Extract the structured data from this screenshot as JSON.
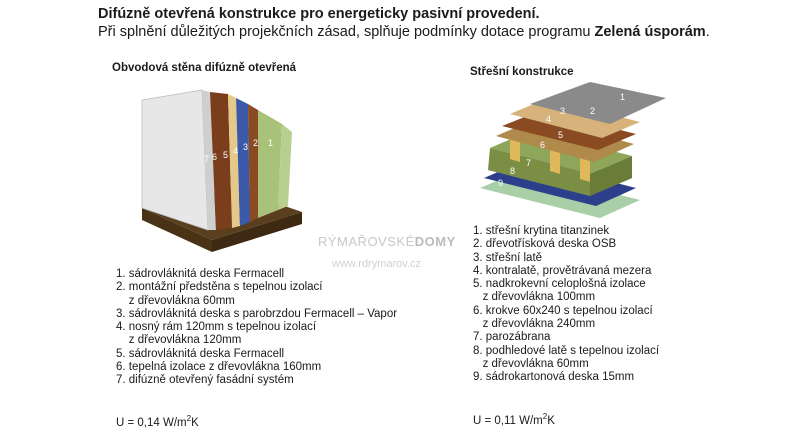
{
  "header": {
    "title": "Difúzně otevřená konstrukce pro energeticky pasivní provedení.",
    "subtitle_prefix": "Při splnění důležitých projekčních zásad, splňuje podmínky dotace programu",
    "subtitle_program": "Zelená úsporám",
    "subtitle_suffix": "."
  },
  "wall": {
    "title": "Obvodová stěna difúzně otevřená",
    "layer_numbers": [
      "7",
      "6",
      "5",
      "4",
      "3",
      "2",
      "1"
    ],
    "items": [
      "1. sádrovláknitá deska Fermacell",
      "2. montážní předstěna s tepelnou izolací",
      "    z dřevovlákna 60mm",
      "3. sádrovláknitá deska s parobrzdou Fermacell – Vapor",
      "4. nosný rám 120mm s tepelnou izolací",
      "    z dřevovlákna 120mm",
      "5. sádrovláknitá deska Fermacell",
      "6. tepelná izolace z dřevovlákna 160mm",
      "7. difúzně otevřený fasádní systém"
    ],
    "u_label": "U = 0,14 W/m",
    "u_sup": "2",
    "u_unit": "K"
  },
  "roof": {
    "title": "Střešní konstrukce",
    "layer_numbers": [
      "1",
      "2",
      "3",
      "4",
      "5",
      "6",
      "7",
      "8",
      "9"
    ],
    "items": [
      "1. střešní krytina titanzinek",
      "2. dřevotřísková deska OSB",
      "3. střešní latě",
      "4. kontralatě, provětrávaná mezera",
      "5. nadkrokevní celoplošná izolace",
      "   z dřevovlákna 100mm",
      "6. krokve 60x240 s tepelnou izolací",
      "   z dřevovlákna 240mm",
      "7. parozábrana",
      "8. podhledové latě s tepelnou izolací",
      "   z dřevovlákna 60mm",
      "9. sádrokartonová deska 15mm"
    ],
    "u_label": "U = 0,11 W/m",
    "u_sup": "2",
    "u_unit": "K"
  },
  "watermark": {
    "brand_a": "RÝMAŘOVSKÉ",
    "brand_b": "DOMY",
    "url": "www.rdrymarov.cz"
  },
  "colors": {
    "wood": "#7a3e1c",
    "insulation_green": "#a9c27a",
    "vapor_blue": "#3c58a8",
    "soil": "#5a3f1f"
  }
}
